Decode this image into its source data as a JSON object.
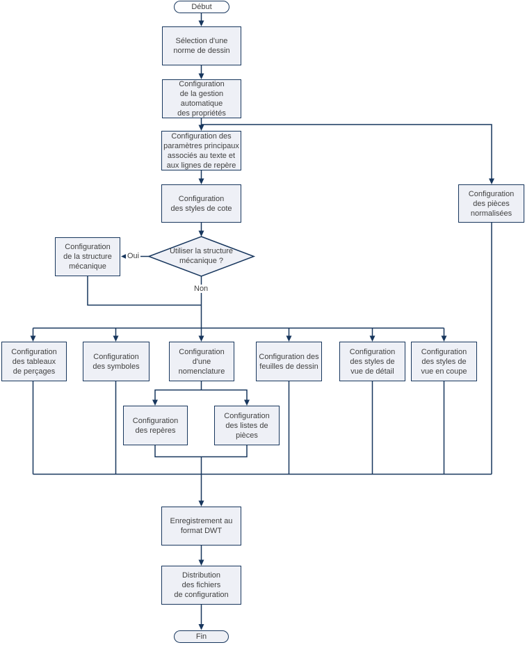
{
  "diagram": {
    "type": "flowchart",
    "colors": {
      "line": "#17365d",
      "node_fill": "#eef0f6",
      "start_fill": "#fdfdfe",
      "end_fill": "#eef0f5",
      "text": "#404040"
    },
    "edge_labels": {
      "yes": "Oui",
      "no": "Non"
    },
    "nodes": {
      "start": {
        "label": "Début"
      },
      "selection_norme": {
        "label": "Sélection d'une\nnorme de dessin"
      },
      "gestion_auto": {
        "label": "Configuration\nde la gestion\nautomatique\ndes propriétés"
      },
      "parametres_texte": {
        "label": "Configuration des\nparamètres principaux\nassociés au texte et\naux lignes de repère"
      },
      "styles_cote": {
        "label": "Configuration\ndes styles de cote"
      },
      "decision_structure": {
        "label": "Utiliser la structure\nmécanique ?"
      },
      "structure_mecanique": {
        "label": "Configuration\nde la structure\nmécanique"
      },
      "pieces_normalisees": {
        "label": "Configuration\ndes pièces\nnormalisées"
      },
      "tableaux_percages": {
        "label": "Configuration\ndes tableaux\nde perçages"
      },
      "symboles": {
        "label": "Configuration\ndes symboles"
      },
      "nomenclature": {
        "label": "Configuration\nd'une\nnomenclature"
      },
      "feuilles_dessin": {
        "label": "Configuration des\nfeuilles de dessin"
      },
      "styles_vue_detail": {
        "label": "Configuration\ndes styles de\nvue de détail"
      },
      "styles_vue_coupe": {
        "label": "Configuration\ndes styles de\nvue en coupe"
      },
      "reperes": {
        "label": "Configuration\ndes repères"
      },
      "listes_pieces": {
        "label": "Configuration\ndes listes de\npièces"
      },
      "enregistrement_dwt": {
        "label": "Enregistrement au\nformat DWT"
      },
      "distribution_fichiers": {
        "label": "Distribution\ndes fichiers\nde configuration"
      },
      "end": {
        "label": "Fin"
      }
    }
  }
}
